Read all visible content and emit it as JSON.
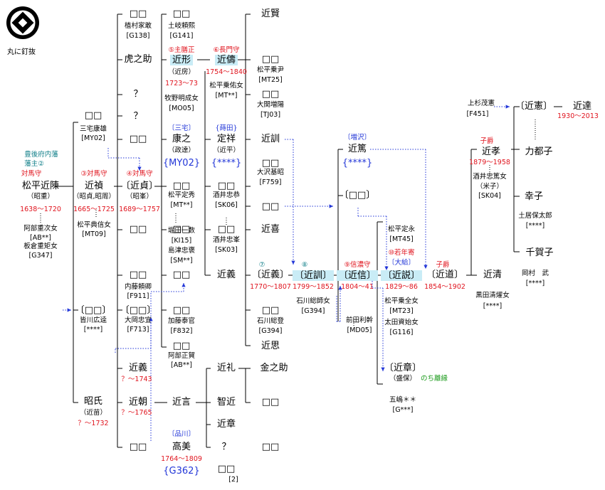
{
  "crest": {
    "caption": "丸に釘抜"
  },
  "colors": {
    "red": "#e0141e",
    "blue": "#2337d8",
    "teal": "#13808a",
    "green": "#1a9a1a",
    "highlight": "#c9ecf6"
  },
  "nodes": {
    "c1": {
      "name": "松平近陳",
      "n1": "（昭重）",
      "d": "1638〜1720",
      "title": "対馬守",
      "note": "豊後府内藩\n藩主②",
      "wife1": "阿部重次女",
      "wife1_id": "[AB**]",
      "wife2": "板倉重矩女",
      "wife2_id": "[G347]"
    },
    "c2": {
      "name": "□□",
      "n1": "三宅康雄",
      "id": "[MY02]"
    },
    "c3": {
      "name": "近禎",
      "n1": "（昭貞,昭周）",
      "d": "1665〜1725",
      "title": "③対馬守",
      "w": "松平典信女",
      "wid": "[MT09]"
    },
    "c4": {
      "name": "〔□□〕",
      "n1": "皆川広逵",
      "id": "[****]"
    },
    "c5": {
      "name": "昭氏",
      "n1": "（近苗）",
      "d": "？〜1732"
    },
    "c6": {
      "name": "□□",
      "n1": "植村家敢",
      "id": "[G138]"
    },
    "c7": {
      "name": "虎之助"
    },
    "c8": {
      "name": "？"
    },
    "c9": {
      "name": "？"
    },
    "c10": {
      "name": "□□"
    },
    "c11": {
      "name": "〔近貞〕",
      "n1": "（昭峯）",
      "d": "1689〜1757",
      "title": "④対馬守"
    },
    "c12": {
      "name": "□□"
    },
    "c13": {
      "name": "□□",
      "n1": "内藤頼卿",
      "id": "[F911]"
    },
    "c14": {
      "name": "〔□□〕",
      "n1": "大岡忠宜",
      "id": "[F713]"
    },
    "c15": {
      "name": "近義",
      "d": "？〜1743"
    },
    "c16": {
      "name": "近朝",
      "d": "？〜1765"
    },
    "c17": {
      "name": "□□"
    },
    "c18": {
      "name": "□□",
      "n1": "土岐頼熙",
      "id": "[G141]"
    },
    "c19": {
      "name": "近形",
      "n1": "（近房）",
      "d": "1723〜73",
      "title": "⑤主膳正",
      "w": "牧野明成女",
      "wid": "[MO05]"
    },
    "c20": {
      "name": "康之",
      "n1": "（政達）",
      "tag": "〔三宅〕",
      "id": "{MY02}"
    },
    "c21": {
      "name": "□□",
      "n1": "松平定秀",
      "id": "[MT**]"
    },
    "c22": {
      "name": "□□",
      "n1": "堀田一数",
      "id": "[KI15]",
      "n2": "島津忠褒",
      "id2": "[SM**]"
    },
    "c23": {
      "name": "□□"
    },
    "c24": {
      "name": "□□",
      "n1": "加藤泰官",
      "id": "[F832]"
    },
    "c25": {
      "name": "□□",
      "n1": "阿部正賀",
      "id": "[AB**]"
    },
    "c26": {
      "name": "近言"
    },
    "c27": {
      "name": "高美",
      "tag": "〔品川〕",
      "d": "1764〜1809",
      "id": "{G362}"
    },
    "c28": {
      "name": "近儔",
      "d": "1754〜1840",
      "title": "⑥長門守",
      "w": "松平乗佑女",
      "wid": "[MT**]"
    },
    "c29": {
      "name": "定祥",
      "n1": "（近平）",
      "tag": "{蒔田}",
      "id": "{****}"
    },
    "c30": {
      "name": "□□",
      "n1": "酒井忠恭",
      "id": "[SK06]"
    },
    "c31": {
      "name": "□□",
      "n1": "酒井忠峯",
      "id": "[SK03]"
    },
    "c32": {
      "name": "近義"
    },
    "c33": {
      "name": "近礼"
    },
    "c34": {
      "name": "智近"
    },
    "c35": {
      "name": "近章"
    },
    "c36": {
      "name": "？"
    },
    "c37": {
      "name": "□□",
      "id": "[2]"
    },
    "c38": {
      "name": "近賢"
    },
    "c39": {
      "name": "□□",
      "n1": "松平乗尹",
      "id": "[MT25]"
    },
    "c40": {
      "name": "□□",
      "n1": "大関増陽",
      "id": "[TJ03]"
    },
    "c41": {
      "name": "近訓"
    },
    "c42": {
      "name": "□□",
      "n1": "大沢基昭",
      "id": "[F759]"
    },
    "c43": {
      "name": "□□"
    },
    "c44": {
      "name": "近喜"
    },
    "c45": {
      "name": "〔近義〕",
      "d": "1770〜1807",
      "title": "⑦"
    },
    "c46": {
      "name": "□□",
      "n1": "石川総登",
      "id": "[G394]"
    },
    "c47": {
      "name": "近思"
    },
    "c48": {
      "name": "金之助"
    },
    "c49": {
      "name": "□□"
    },
    "c50": {
      "name": "□□"
    },
    "c51": {
      "name": "〔近訓〕",
      "d": "1799〜1852",
      "title": "⑧",
      "w": "石川総師女",
      "wid": "[G394]"
    },
    "c52": {
      "name": "近篤",
      "tag": "〔増沢〕",
      "id": "{****}"
    },
    "c53": {
      "name": "〔□□〕"
    },
    "c54": {
      "name": "〔近信〕",
      "d": "1804〜41",
      "title": "⑨信濃守",
      "w": "前田利幹",
      "wid": "[MD05]"
    },
    "c55": {
      "name": "□□",
      "n1": "松平定永",
      "id": "[MT45]"
    },
    "c56": {
      "name": "〔近説〕",
      "d": "1829〜86",
      "title": "⑩若年寄",
      "tag": "〔大給〕",
      "w": "松平乗全女",
      "wid": "[MT23]",
      "w2": "太田資始女",
      "wid2": "[G116]"
    },
    "c57": {
      "name": "〔近章〕",
      "n1": "（盛保）",
      "note": "のち離縁",
      "w": "五嶋＊＊",
      "wid": "[G***]"
    },
    "c58": {
      "name": "〔近道〕",
      "d": "1854〜1902",
      "title": "子爵"
    },
    "c59": {
      "name": "近孝",
      "d": "1879〜1958",
      "title": "子爵",
      "w": "酒井忠篤女",
      "wn": "（米子）",
      "wid": "[SK04]"
    },
    "c60": {
      "name": "近清",
      "w": "黒田清燿女",
      "wid": "[****]"
    },
    "c61": {
      "name": "〔近憲〕",
      "n1": "上杉茂憲",
      "id": "[F451]"
    },
    "c62": {
      "name": "近達",
      "d": "1930〜2013"
    },
    "c63": {
      "name": "力都子"
    },
    "c64": {
      "name": "幸子",
      "w": "土居保太郎",
      "wid": "[****]"
    },
    "c65": {
      "name": "千賀子",
      "w": "岡村　武",
      "wid": "[****]"
    }
  }
}
